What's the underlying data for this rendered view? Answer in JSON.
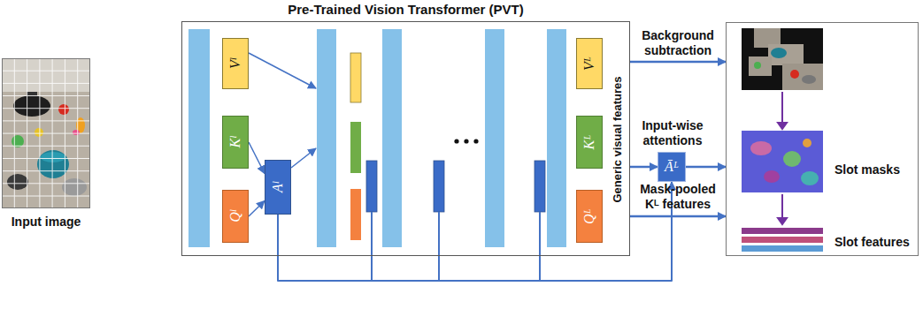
{
  "diagram": {
    "nodes": [
      {
        "text": [
          "Input image"
        ]
      },
      {
        "text": [
          "Pre-Trained Vision Transformer (PVT)",
          "Generic visual features"
        ]
      },
      {
        "text": [
          "Vˡ"
        ],
        "in": 1
      },
      {
        "text": [
          "Kˡ"
        ],
        "in": 1
      },
      {
        "text": [
          "Qˡ"
        ],
        "in": 1
      },
      {
        "text": [
          "Aˡ"
        ],
        "in": 1
      },
      {
        "text": [
          "Vᴸ"
        ],
        "in": 1
      },
      {
        "text": [
          "Kᴸ"
        ],
        "in": 1
      },
      {
        "text": [
          "Qᴸ"
        ],
        "in": 1
      },
      {
        "text": [
          "Āᴸ"
        ]
      },
      {
        "text": [
          "Slot masks",
          "Slot features"
        ]
      }
    ],
    "edges": [
      {
        "from": 3,
        "to": 5,
        "arrow": "to"
      },
      {
        "from": 4,
        "to": 5,
        "arrow": "to"
      },
      {
        "from": 1,
        "to": 10,
        "label": "Background subtraction",
        "arrow": "to"
      },
      {
        "from": 1,
        "to": 9,
        "label": "Input-wise attentions",
        "arrow": "to"
      },
      {
        "from": 9,
        "to": 10,
        "arrow": "to"
      },
      {
        "from": 1,
        "to": 10,
        "label": "Mask-pooled Kᴸ features",
        "arrow": "to"
      },
      {
        "from": 5,
        "to": 9,
        "arrow": "to"
      }
    ]
  }
}
